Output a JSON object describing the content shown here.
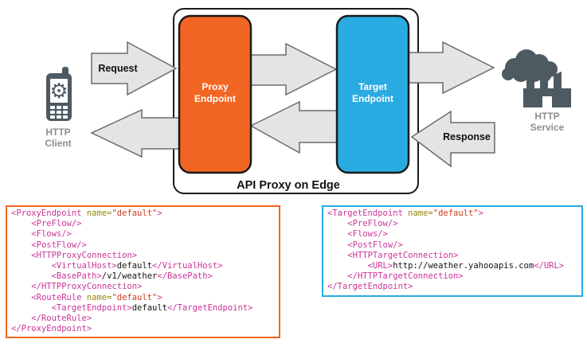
{
  "diagram": {
    "http_client": {
      "line1": "HTTP",
      "line2": "Client"
    },
    "http_service": {
      "line1": "HTTP",
      "line2": "Service"
    },
    "request_label": "Request",
    "response_label": "Response",
    "proxy_endpoint": {
      "line1": "Proxy",
      "line2": "Endpoint",
      "color": "#F26522"
    },
    "target_endpoint": {
      "line1": "Target",
      "line2": "Endpoint",
      "color": "#29ABE2"
    },
    "container_label": "API Proxy on Edge"
  },
  "icons": {
    "gear": "⚙"
  },
  "colors": {
    "orange": "#F26522",
    "blue": "#29ABE2",
    "icon_slate": "#4E5A61",
    "label_gray": "#8A8F92",
    "arrow_fill": "#E4E4E4",
    "arrow_stroke": "#6B6B6B",
    "code_tag": "#CC3399",
    "code_attr": "#95890D",
    "code_string": "#D0381E",
    "code_text": "#111111"
  },
  "proxy_code": {
    "border_color": "#F26522",
    "lines": [
      [
        {
          "c": "tag",
          "s": "<ProxyEndpoint"
        },
        {
          "c": "txt",
          "s": " "
        },
        {
          "c": "att",
          "s": "name="
        },
        {
          "c": "str",
          "s": "\"default\""
        },
        {
          "c": "tag",
          "s": ">"
        }
      ],
      [
        {
          "c": "txt",
          "s": "    "
        },
        {
          "c": "tag",
          "s": "<PreFlow/>"
        }
      ],
      [
        {
          "c": "txt",
          "s": "    "
        },
        {
          "c": "tag",
          "s": "<Flows/>"
        }
      ],
      [
        {
          "c": "txt",
          "s": "    "
        },
        {
          "c": "tag",
          "s": "<PostFlow/>"
        }
      ],
      [
        {
          "c": "txt",
          "s": "    "
        },
        {
          "c": "tag",
          "s": "<HTTPProxyConnection>"
        }
      ],
      [
        {
          "c": "txt",
          "s": "        "
        },
        {
          "c": "tag",
          "s": "<VirtualHost>"
        },
        {
          "c": "txt",
          "s": "default"
        },
        {
          "c": "tag",
          "s": "</VirtualHost>"
        }
      ],
      [
        {
          "c": "txt",
          "s": "        "
        },
        {
          "c": "tag",
          "s": "<BasePath>"
        },
        {
          "c": "txt",
          "s": "/v1/weather"
        },
        {
          "c": "tag",
          "s": "</BasePath>"
        }
      ],
      [
        {
          "c": "txt",
          "s": "    "
        },
        {
          "c": "tag",
          "s": "</HTTPProxyConnection>"
        }
      ],
      [
        {
          "c": "txt",
          "s": "    "
        },
        {
          "c": "tag",
          "s": "<RouteRule"
        },
        {
          "c": "txt",
          "s": " "
        },
        {
          "c": "att",
          "s": "name="
        },
        {
          "c": "str",
          "s": "\"default\""
        },
        {
          "c": "tag",
          "s": ">"
        }
      ],
      [
        {
          "c": "txt",
          "s": "        "
        },
        {
          "c": "tag",
          "s": "<TargetEndpoint>"
        },
        {
          "c": "txt",
          "s": "default"
        },
        {
          "c": "tag",
          "s": "</TargetEndpoint>"
        }
      ],
      [
        {
          "c": "txt",
          "s": "    "
        },
        {
          "c": "tag",
          "s": "</RouteRule>"
        }
      ],
      [
        {
          "c": "tag",
          "s": "</ProxyEndpoint>"
        }
      ]
    ]
  },
  "target_code": {
    "border_color": "#29ABE2",
    "lines": [
      [
        {
          "c": "tag",
          "s": "<TargetEndpoint"
        },
        {
          "c": "txt",
          "s": " "
        },
        {
          "c": "att",
          "s": "name="
        },
        {
          "c": "str",
          "s": "\"default\""
        },
        {
          "c": "tag",
          "s": ">"
        }
      ],
      [
        {
          "c": "txt",
          "s": "    "
        },
        {
          "c": "tag",
          "s": "<PreFlow/>"
        }
      ],
      [
        {
          "c": "txt",
          "s": "    "
        },
        {
          "c": "tag",
          "s": "<Flows/>"
        }
      ],
      [
        {
          "c": "txt",
          "s": "    "
        },
        {
          "c": "tag",
          "s": "<PostFlow/>"
        }
      ],
      [
        {
          "c": "txt",
          "s": "    "
        },
        {
          "c": "tag",
          "s": "<HTTPTargetConnection>"
        }
      ],
      [
        {
          "c": "txt",
          "s": "        "
        },
        {
          "c": "tag",
          "s": "<URL>"
        },
        {
          "c": "txt",
          "s": "http://weather.yahooapis.com"
        },
        {
          "c": "tag",
          "s": "</URL>"
        }
      ],
      [
        {
          "c": "txt",
          "s": "    "
        },
        {
          "c": "tag",
          "s": "</HTTPTargetConnection>"
        }
      ],
      [
        {
          "c": "tag",
          "s": "</TargetEndpoint>"
        }
      ]
    ]
  }
}
